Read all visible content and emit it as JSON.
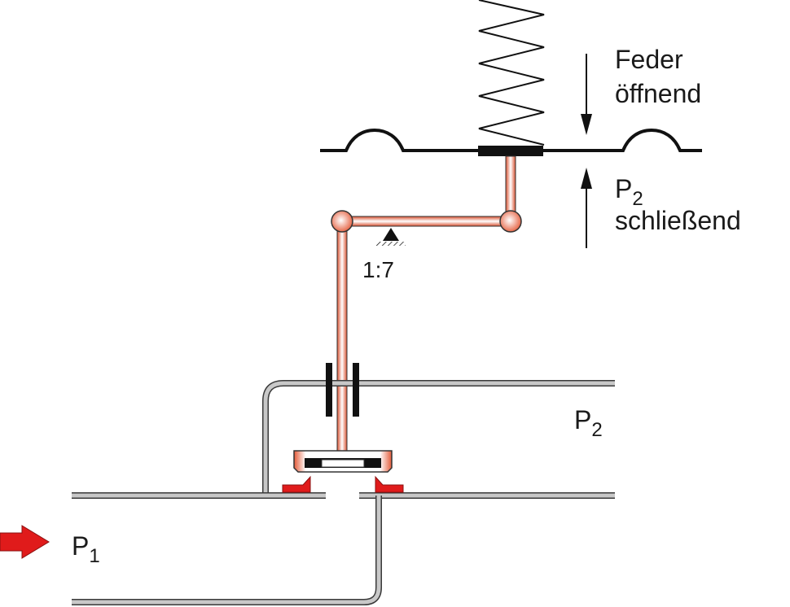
{
  "labels": {
    "spring_force": {
      "line1": "Feder",
      "line2": "öffnend"
    },
    "p2_force": {
      "main": "P",
      "sub": "2",
      "line2": "schließend"
    },
    "lever_ratio": "1:7",
    "outlet": {
      "main": "P",
      "sub": "2"
    },
    "inlet": {
      "main": "P",
      "sub": "1"
    }
  },
  "colors": {
    "pipe_fill": "#c8c8c8",
    "pipe_stroke": "#3a3a3a",
    "linkage": "#e86a4a",
    "linkage_highlight": "#ffffff",
    "seat_red": "#e01b1b",
    "ink": "#111111"
  }
}
